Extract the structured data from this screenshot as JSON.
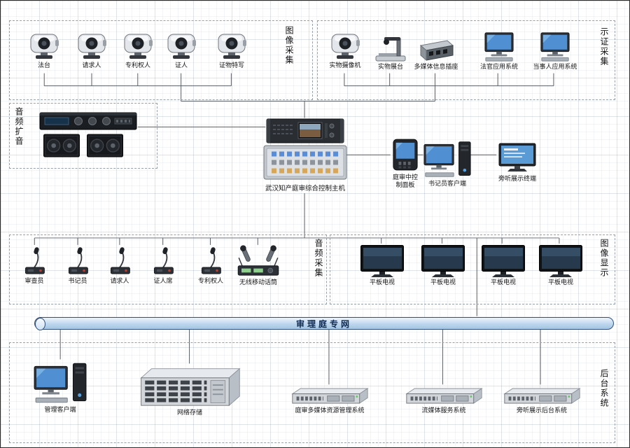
{
  "sections": {
    "image_capture": {
      "label": "图像采集"
    },
    "evidence_capture": {
      "label": "示证采集"
    },
    "audio_amp": {
      "label": "音频扩音"
    },
    "audio_capture": {
      "label": "音频采集"
    },
    "image_display": {
      "label": "图像显示"
    },
    "backend": {
      "label": "后台系统"
    }
  },
  "cameras": {
    "court": [
      {
        "label": "法台"
      },
      {
        "label": "请求人"
      },
      {
        "label": "专利权人"
      },
      {
        "label": "证人"
      },
      {
        "label": "证物特写"
      }
    ]
  },
  "evidence": {
    "items": [
      {
        "label": "实物摄像机"
      },
      {
        "label": "实物展台"
      },
      {
        "label": "多媒体信息插座"
      },
      {
        "label": "法官应用系统"
      },
      {
        "label": "当事人应用系统"
      }
    ]
  },
  "control": {
    "host_label": "武汉知产庭审综合控制主机",
    "panel_label": "庭审中控制面板",
    "clerk_label": "书记员客户端",
    "audience_label": "旁听展示终端"
  },
  "mics": [
    {
      "label": "审查员"
    },
    {
      "label": "书记员"
    },
    {
      "label": "请求人"
    },
    {
      "label": "证人席"
    },
    {
      "label": "专利权人"
    },
    {
      "label": "无线移动话筒"
    }
  ],
  "tvs": [
    {
      "label": "平板电视"
    },
    {
      "label": "平板电视"
    },
    {
      "label": "平板电视"
    },
    {
      "label": "平板电视"
    }
  ],
  "network": {
    "label": "审理庭专网"
  },
  "backend_items": [
    {
      "label": "管理客户端"
    },
    {
      "label": "网络存储"
    },
    {
      "label": "庭审多媒体资源管理系统"
    },
    {
      "label": "流媒体服务系统"
    },
    {
      "label": "旁听展示后台系统"
    }
  ],
  "icons": {
    "ptz_camera": "ptz-camera-icon",
    "document_camera": "document-camera-icon",
    "media_socket": "media-socket-icon",
    "desktop_computer": "desktop-computer-icon",
    "workstation": "workstation-icon",
    "monitor_display": "monitor-display-icon",
    "flat_tv": "flat-tv-icon",
    "amplifier": "amplifier-icon",
    "speaker": "speaker-icon",
    "av_matrix": "av-matrix-icon",
    "central_controller": "central-controller-icon",
    "touch_panel": "touch-panel-icon",
    "gooseneck_mic": "gooseneck-mic-icon",
    "wireless_mic": "wireless-mic-icon",
    "storage_array": "storage-array-icon",
    "rack_server": "rack-server-icon"
  },
  "colors": {
    "wire": "#5a5f66",
    "zone_border": "#98a0ab",
    "screen_blue": "#4f8fd2",
    "network_fill": "#bdd6ee",
    "network_border": "#33517e"
  }
}
